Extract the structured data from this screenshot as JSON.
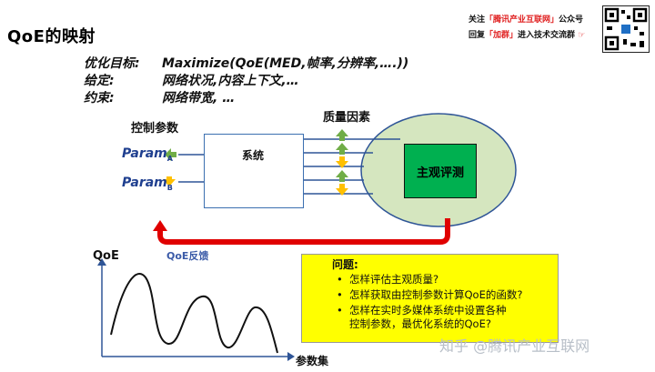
{
  "title": "QoE的映射",
  "rows": [
    {
      "key": "优化目标:",
      "value": "Maximize(QoE(MED,帧率,分辨率,….))"
    },
    {
      "key": "给定:",
      "value": "网络状况,内容上下文,…"
    },
    {
      "key": "约束:",
      "value": "网络带宽, …"
    }
  ],
  "labels": {
    "control_params": "控制参数",
    "quality_factors": "质量因素",
    "system": "系统",
    "subjective_eval": "主观评测",
    "feedback": "QoE反馈",
    "qoe_axis": "QoE",
    "param_axis": "参数集"
  },
  "params": [
    {
      "name": "Param",
      "sub": "A"
    },
    {
      "name": "Param",
      "sub": "B"
    }
  ],
  "questions": {
    "heading": "问题:",
    "bullet": "•",
    "items": [
      "怎样评估主观质量?",
      "怎样获取由控制参数计算QoE的函数?",
      "怎样在实时多媒体系统中设置各种"
    ],
    "continuation": "控制参数，最优化系统的QoE?"
  },
  "banner": {
    "line1_pre": "关注",
    "line1_hl": "「腾讯产业互联网」",
    "line1_post": "公众号",
    "line2_pre": "回复",
    "line2_hl": "「加群」",
    "line2_post": "进入技术交流群"
  },
  "watermark": "知乎 @腾讯产业互联网",
  "colors": {
    "accent_green": "#00b050",
    "arrow_green": "#70ad47",
    "arrow_yellow": "#ffc000",
    "ellipse_fill": "#d5e6bf",
    "feedback_red": "#e00000",
    "panel_yellow": "#ffff00",
    "line_blue": "#2f5597"
  }
}
